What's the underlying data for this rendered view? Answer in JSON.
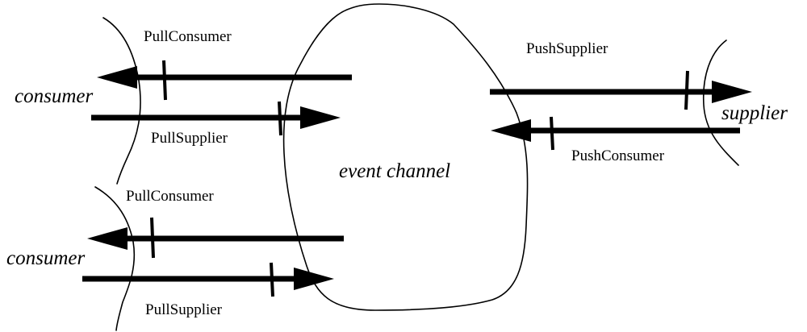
{
  "diagram": {
    "center_label": "event channel",
    "consumer_top": {
      "label": "consumer",
      "pull_consumer": "PullConsumer",
      "pull_supplier": "PullSupplier"
    },
    "consumer_bottom": {
      "label": "consumer",
      "pull_consumer": "PullConsumer",
      "pull_supplier": "PullSupplier"
    },
    "supplier": {
      "label": "supplier",
      "push_supplier": "PushSupplier",
      "push_consumer": "PushConsumer"
    },
    "stroke_color": "#000000",
    "background_color": "#ffffff"
  }
}
